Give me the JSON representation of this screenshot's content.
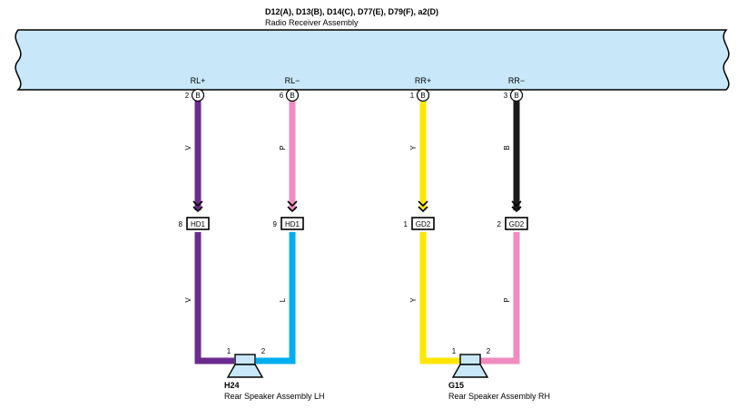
{
  "header": {
    "connector_codes": "D12(A), D13(B), D14(C), D77(E), D79(F), a2(D)",
    "component_name": "Radio Receiver Assembly"
  },
  "colors": {
    "receiver_fill": "#c8e8fa",
    "wire_violet": "#6b2b8e",
    "wire_pink": "#f08cbf",
    "wire_yellow": "#ffe600",
    "wire_black": "#1a1a1a",
    "wire_blue": "#00aeef",
    "speaker_fill": "#c8e8fa"
  },
  "terminals": [
    {
      "signal": "RL+",
      "pin": "2",
      "connector": "B"
    },
    {
      "signal": "RL−",
      "pin": "6",
      "connector": "B"
    },
    {
      "signal": "RR+",
      "pin": "1",
      "connector": "B"
    },
    {
      "signal": "RR−",
      "pin": "3",
      "connector": "B"
    }
  ],
  "upper_wire_codes": [
    "V",
    "P",
    "Y",
    "B"
  ],
  "junctions": [
    {
      "pin": "8",
      "label": "HD1"
    },
    {
      "pin": "9",
      "label": "HD1"
    },
    {
      "pin": "1",
      "label": "GD2"
    },
    {
      "pin": "2",
      "label": "GD2"
    }
  ],
  "lower_wire_codes": [
    "V",
    "L",
    "Y",
    "P"
  ],
  "speakers": [
    {
      "code": "H24",
      "name": "Rear Speaker Assembly LH",
      "pin_left": "1",
      "pin_right": "2"
    },
    {
      "code": "G15",
      "name": "Rear Speaker Assembly RH",
      "pin_left": "1",
      "pin_right": "2"
    }
  ]
}
